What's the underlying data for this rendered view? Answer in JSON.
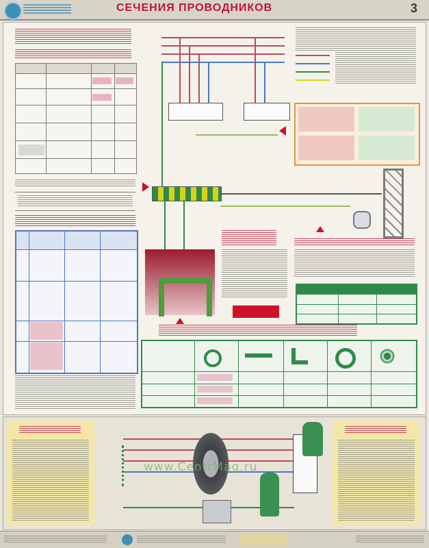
{
  "header": {
    "title": "СЕЧЕНИЯ ПРОВОДНИКОВ",
    "page_number": "3"
  },
  "watermark": "www.CentrMag.ru",
  "colors": {
    "accent_red": "#c0123a",
    "ground_green": "#2f8a4a",
    "ground_yellow": "#d6d21a",
    "phase_red": "#c0475e",
    "neutral_blue": "#4a78c0",
    "panel_bg": "#f4f2ea",
    "orange_box": "#e8953a",
    "bottom_band": "#f3e7a8"
  },
  "icons": [
    "logo-icon",
    "warning-triangle-icon",
    "worker-figure-icon",
    "tire-icon",
    "ground-electrode-icon"
  ]
}
